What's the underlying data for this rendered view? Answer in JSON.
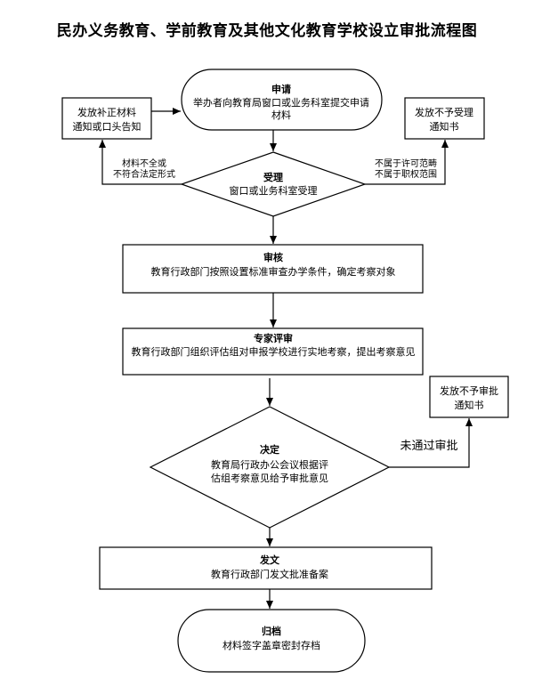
{
  "title": "民办义务教育、学前教育及其他文化教育学校设立审批流程图",
  "nodes": {
    "apply": {
      "heading": "申请",
      "lines": [
        "举办者向教育局窗口或业务科室提交申请",
        "材料"
      ]
    },
    "supplement": {
      "lines": [
        "发放补正材料",
        "通知或口头告知"
      ]
    },
    "reject_accept": {
      "lines": [
        "发放不予受理",
        "通知书"
      ]
    },
    "accept": {
      "heading": "受理",
      "lines": [
        "窗口或业务科室受理"
      ]
    },
    "review": {
      "heading": "审核",
      "lines": [
        "教育行政部门按照设置标准审查办学条件，确定考察对象"
      ]
    },
    "expert": {
      "heading": "专家评审",
      "lines": [
        "教育行政部门组织评估组对申报学校进行实地考察，提出考察意见"
      ]
    },
    "reject_approve": {
      "lines": [
        "发放不予审批",
        "通知书"
      ]
    },
    "decide": {
      "heading": "决定",
      "lines": [
        "教育局行政办公会议根据评",
        "估组考察意见给予审批意见"
      ]
    },
    "issue": {
      "heading": "发文",
      "lines": [
        "教育行政部门发文批准备案"
      ]
    },
    "archive": {
      "heading": "归档",
      "lines": [
        "材料签字盖章密封存档"
      ]
    }
  },
  "edges": {
    "incomplete": [
      "材料不全或",
      "不符合法定形式"
    ],
    "out_of_scope": [
      "不属于许可范畴",
      "不属于职权范围"
    ],
    "not_approved": "未通过审批"
  }
}
